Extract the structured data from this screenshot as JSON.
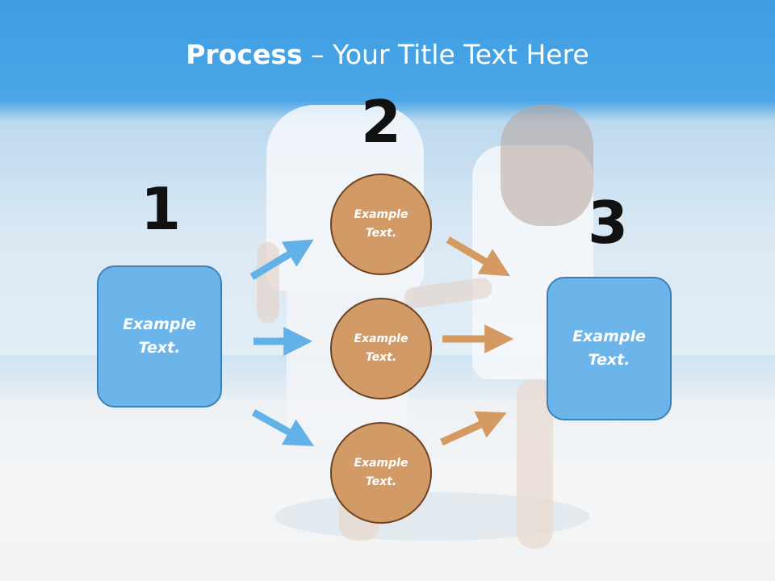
{
  "title": {
    "bold": "Process",
    "rest": " – Your Title Text Here"
  },
  "steps": {
    "one": "1",
    "two": "2",
    "three": "3"
  },
  "left_box": {
    "line1": "Example",
    "line2": "Text."
  },
  "right_box": {
    "line1": "Example",
    "line2": "Text."
  },
  "circles": [
    {
      "line1": "Example",
      "line2": "Text."
    },
    {
      "line1": "Example",
      "line2": "Text."
    },
    {
      "line1": "Example",
      "line2": "Text."
    }
  ],
  "colors": {
    "title_bar": "#4aa6e6",
    "box_fill": "#6bb5ea",
    "box_border": "#3e80b6",
    "circle_fill": "#d29a67",
    "circle_border": "#6e4322",
    "blue_arrow": "#62b1e8",
    "orange_arrow": "#d49a62"
  }
}
